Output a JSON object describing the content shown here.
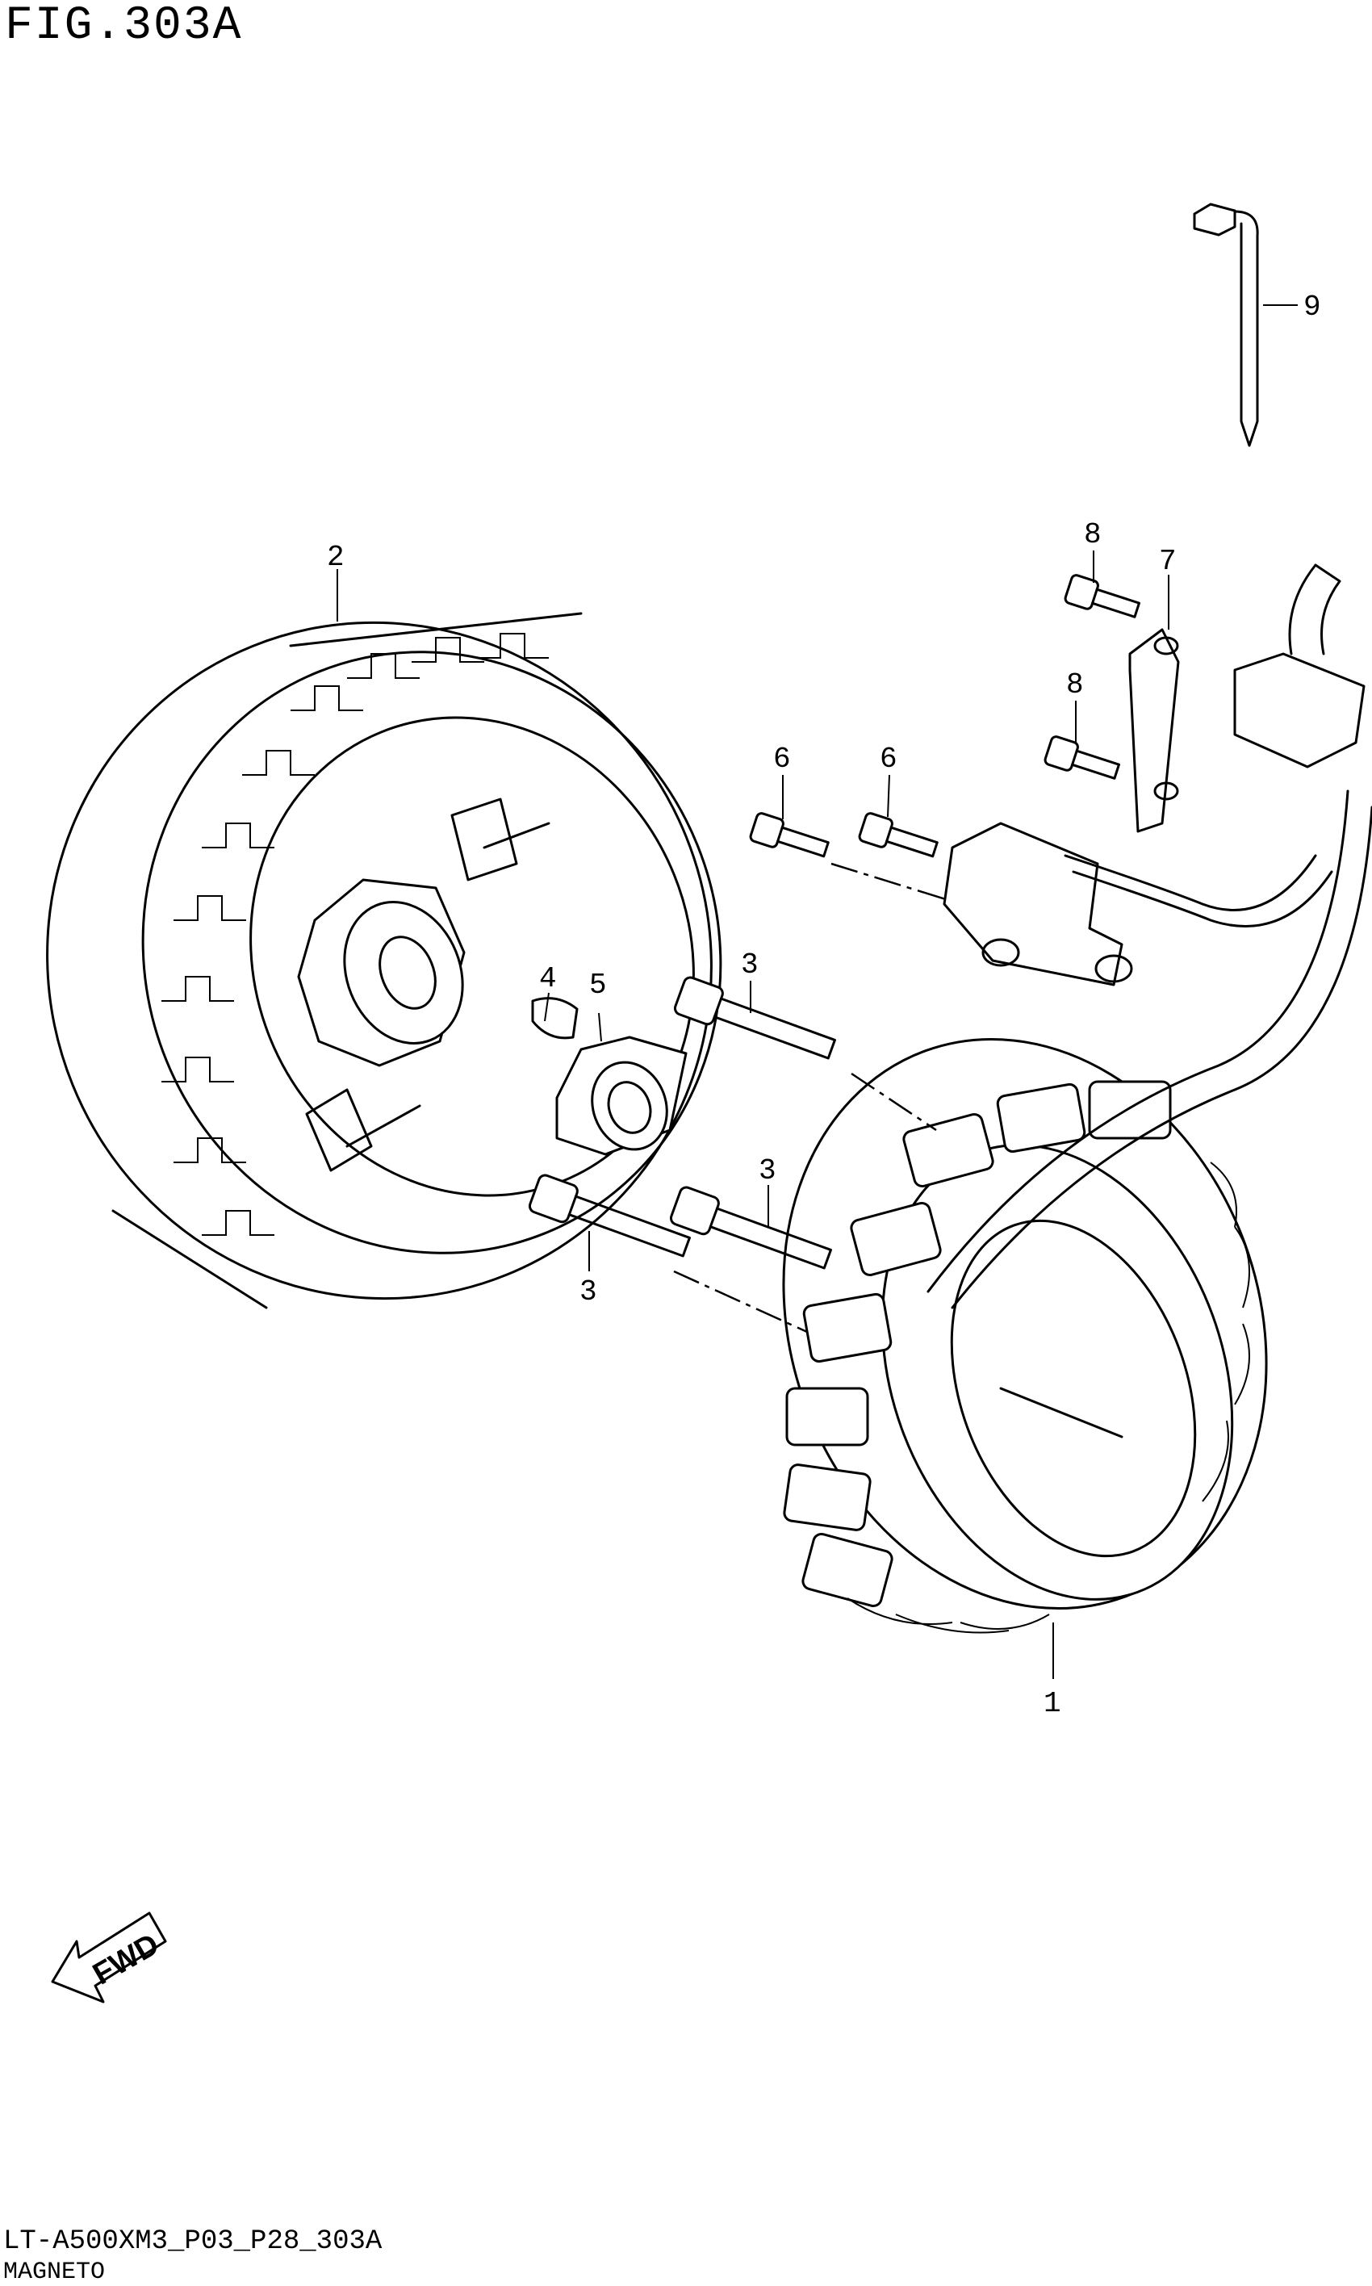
{
  "figure": {
    "title": "FIG.303A",
    "code": "LT-A500XM3_P03_P28_303A",
    "name": "MAGNETO"
  },
  "callouts": [
    "1",
    "2",
    "3",
    "3",
    "3",
    "4",
    "5",
    "6",
    "6",
    "7",
    "8",
    "8",
    "9"
  ],
  "fwd_arrow": {
    "label": "FWD",
    "icon": "fwd-arrow-icon"
  }
}
